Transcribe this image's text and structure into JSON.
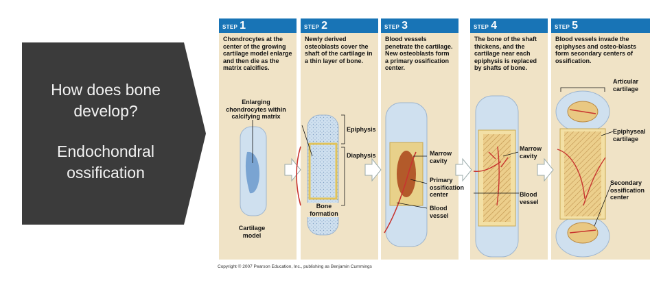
{
  "left_panel": {
    "title": "How does bone develop?",
    "subtitle": "Endochondral ossification"
  },
  "steps": [
    {
      "word": "STEP",
      "number": "1",
      "text": "Chondrocytes at the center of the growing cartilage model enlarge and then die as the matrix calcifies."
    },
    {
      "word": "STEP",
      "number": "2",
      "text": "Newly derived osteoblasts cover the shaft of the cartilage in a thin layer of bone."
    },
    {
      "word": "STEP",
      "number": "3",
      "text": "Blood vessels penetrate the cartilage. New osteoblasts form a primary ossification center."
    },
    {
      "word": "STEP",
      "number": "4",
      "text": "The bone of the shaft thickens, and the cartilage near each epiphysis is replaced by shafts of bone."
    },
    {
      "word": "STEP",
      "number": "5",
      "text": "Blood vessels invade the epiphyses and osteo-blasts form secondary centers of ossification."
    }
  ],
  "labels": {
    "enlarging": "Enlarging chondrocytes within calcifying matrix",
    "cartilage_model": "Cartilage model",
    "epiphysis": "Epiphysis",
    "diaphysis": "Diaphysis",
    "bone_formation": "Bone formation",
    "marrow_cavity_3": "Marrow cavity",
    "primary_ossification_center": "Primary ossification center",
    "blood_vessel_3": "Blood vessel",
    "marrow_cavity_4": "Marrow cavity",
    "blood_vessel_4": "Blood vessel",
    "articular_cartilage": "Articular cartilage",
    "epiphyseal_cartilage": "Epiphyseal cartilage",
    "secondary_ossification_center": "Secondary ossification center"
  },
  "copyright": "Copyright © 2007 Pearson Education, Inc., publishing as Benjamin Cummings",
  "colors": {
    "arrow_panel": "#3b3b3b",
    "step_header": "#1874b6",
    "step_panel": "#f0e3c6",
    "cartilage": "#cfe0ef",
    "bone": "#e9d07a",
    "vessel": "#c8342f"
  }
}
